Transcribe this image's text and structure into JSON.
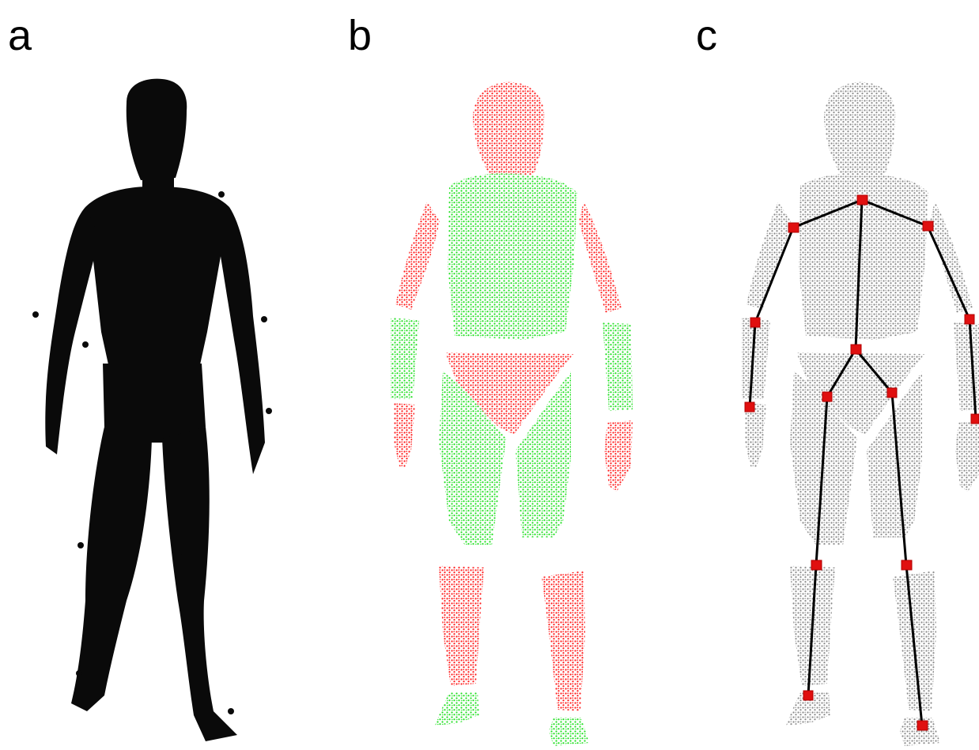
{
  "figure": {
    "panels": [
      {
        "label": "a"
      },
      {
        "label": "b"
      },
      {
        "label": "c"
      }
    ],
    "colors": {
      "body_scan": "#0a0a0a",
      "segment_red": "#ff1a1a",
      "segment_green": "#22e022",
      "cloud_grey": "#8a8a8a",
      "joint_red": "#e01010",
      "bone_black": "#000000"
    }
  }
}
